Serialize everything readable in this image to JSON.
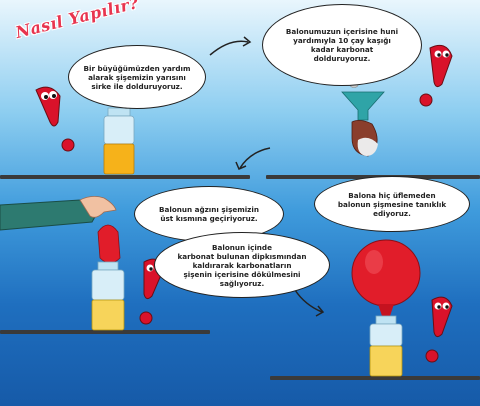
{
  "title": "Nasıl Yapılır?",
  "steps": [
    {
      "text": "Bir büyüğümüzden yardım\nalarak şişemizin yarısını\nsirke ile dolduruyoruz."
    },
    {
      "text": "Balonumuzun içerisine huni\nyardımıyla 10 çay kaşığı\nkadar karbonat\ndolduruyoruz."
    },
    {
      "text": "Balonun ağzını şişemizin\nüst kısmına geçiriyoruz."
    },
    {
      "text": "Balonun içinde\nkarbonat bulunan dipkısmından\nkaldırarak karbonatların\nşişenin içerisine dökülmesini\nsağlıyoruz."
    },
    {
      "text": "Balona hiç üflemeden\nbalonun şişmesine tanıklık\nediyoruz."
    }
  ],
  "colors": {
    "accent": "#e8354f",
    "balloon": "#e11d2a",
    "vinegar": "#f6b21a",
    "shelf": "#3a3a3a"
  }
}
